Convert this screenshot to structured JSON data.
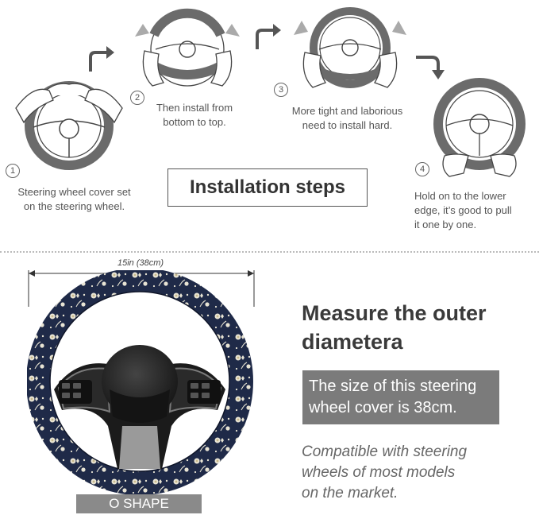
{
  "steps": [
    {
      "num": "1",
      "lines": [
        "Steering wheel cover set",
        "on the steering wheel."
      ]
    },
    {
      "num": "2",
      "lines": [
        "Then install from",
        "bottom to top."
      ]
    },
    {
      "num": "3",
      "lines": [
        "More tight and laborious",
        "need to install hard."
      ]
    },
    {
      "num": "4",
      "lines": [
        "Hold on to the lower",
        "edge, it’s good to pull",
        "it one by one."
      ]
    }
  ],
  "installation_title": "Installation steps",
  "dimension_label": "15in (38cm)",
  "measure_title": [
    "Measure the outer",
    "diametera"
  ],
  "size_text": [
    "The size of this steering",
    "wheel cover is 38cm."
  ],
  "compat_text": [
    "Compatible with steering",
    "wheels of most models",
    "on the market."
  ],
  "shape_label": "O SHAPE",
  "colors": {
    "illustration": "#6b6b6b",
    "cover_navy": "#1f2a48",
    "flower": "#e8e4d4"
  }
}
